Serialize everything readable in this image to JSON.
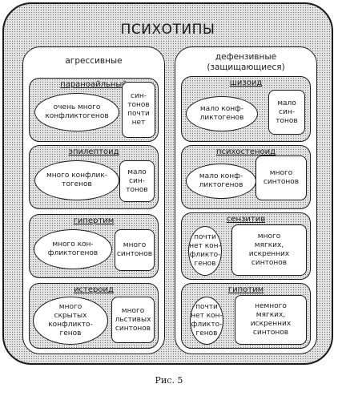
{
  "title": "ПСИХОТИПЫ",
  "caption": "Рис. 5",
  "groups": [
    {
      "title": "агрессивные",
      "types": [
        {
          "name": "параноайльный",
          "oval": "очень много\nконфликтогенов",
          "box": "син-\nтонов\nпочти\nнет"
        },
        {
          "name": "эпилептоид",
          "oval": "много конфлик-\nтогенов",
          "box": "мало\nсин-\nтонов"
        },
        {
          "name": "гипертим",
          "oval": "много кон-\nфликтогенов",
          "box": "много\nсинтонов"
        },
        {
          "name": "истероид",
          "oval": "много\nскрытых\nконфликто-\nгенов",
          "box": "много\nльстивых\nсинтонов"
        }
      ]
    },
    {
      "title": "дефензивные\n(защищающиеся)",
      "types": [
        {
          "name": "шизоид",
          "oval": "мало конф-\nликтогенов",
          "box": "мало\nсин-\nтонов"
        },
        {
          "name": "психостеноид",
          "oval": "мало конф-\nликтогенов",
          "box": "много\nсинтонов"
        },
        {
          "name": "сензитив",
          "oval": "почти\nнет кон-\nфликто-\nгенов",
          "box": "много\nмягких,\nискренних\nсинтонов"
        },
        {
          "name": "гипотим",
          "oval": "почти\nнет кон-\nфликто-\nгенов",
          "box": "немного\nмягких,\nискренних\nсинтонов"
        }
      ]
    }
  ]
}
